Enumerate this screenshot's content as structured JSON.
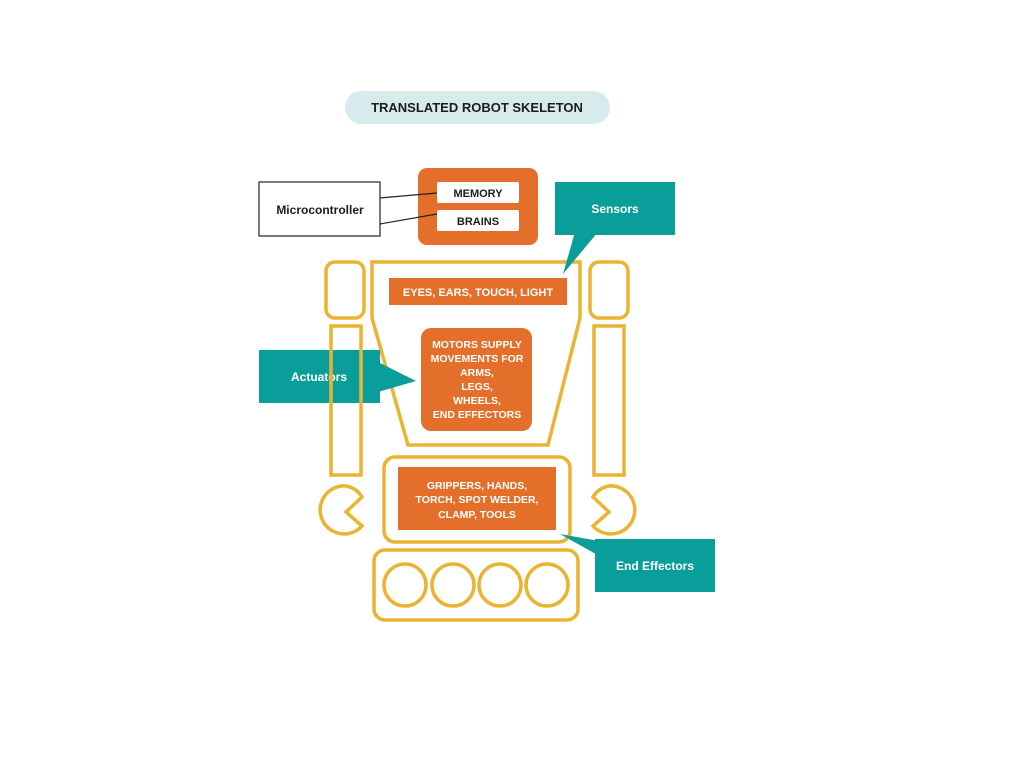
{
  "title": "TRANSLATED ROBOT SKELETON",
  "head": {
    "top": "MEMORY",
    "bottom": "BRAINS"
  },
  "callouts": {
    "microcontroller": "Microcontroller",
    "sensors": "Sensors",
    "actuators": "Actuators",
    "end_effectors": "End Effectors"
  },
  "boxes": {
    "sensors": "EYES, EARS, TOUCH, LIGHT",
    "actuators": [
      "MOTORS SUPPLY",
      "MOVEMENTS FOR",
      "ARMS,",
      "LEGS,",
      "WHEELS,",
      "END EFFECTORS"
    ],
    "end_effectors": [
      "GRIPPERS, HANDS,",
      "TORCH, SPOT WELDER,",
      "CLAMP, TOOLS"
    ]
  },
  "colors": {
    "outline": "#ecb330",
    "box": "#e36f2a",
    "callout": "#0a9e9a",
    "title_pill": "#d6ecec"
  }
}
